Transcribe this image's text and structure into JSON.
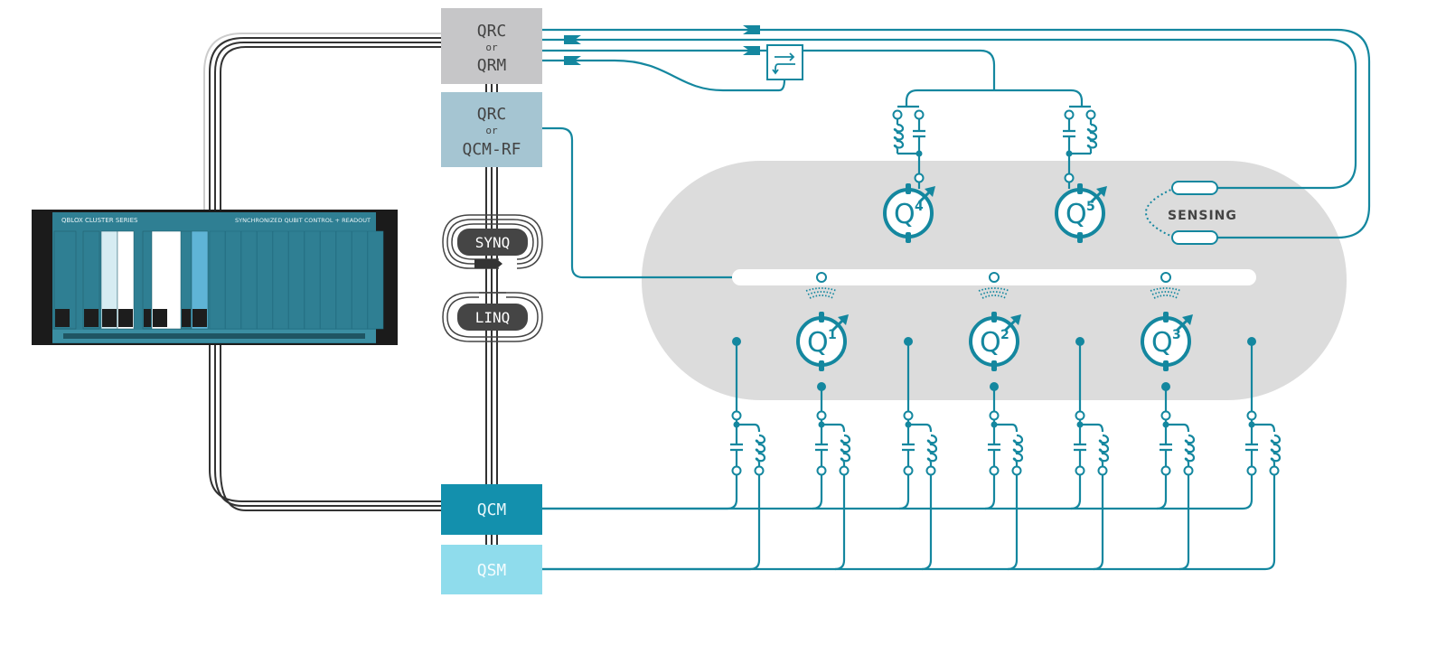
{
  "colors": {
    "teal": "#14879f",
    "qcm": "#1390ad",
    "qsm": "#8fdcec",
    "qrm": "#c6c6c8",
    "qcm_rf": "#a5c5d2",
    "chip": "#dcdcdc",
    "rack": "#2f7f93",
    "logo_box": "#444444"
  },
  "rack": {
    "brand": "QBLOX CLUSTER SERIES",
    "tagline": "SYNCHRONIZED QUBIT CONTROL + READOUT"
  },
  "modules": {
    "readout": {
      "line1": "QRC",
      "line2": "or",
      "line3": "QRM"
    },
    "control_rf": {
      "line1": "QRC",
      "line2": "or",
      "line3": "QCM-RF"
    },
    "qcm": {
      "label": "QCM"
    },
    "qsm": {
      "label": "QSM"
    }
  },
  "links": {
    "synq": "SYNQ",
    "linq": "LINQ"
  },
  "chip": {
    "sensing": "SENSING",
    "qubits": [
      {
        "name": "Q",
        "index": "1"
      },
      {
        "name": "Q",
        "index": "2"
      },
      {
        "name": "Q",
        "index": "3"
      },
      {
        "name": "Q",
        "index": "4"
      },
      {
        "name": "Q",
        "index": "5"
      }
    ]
  }
}
